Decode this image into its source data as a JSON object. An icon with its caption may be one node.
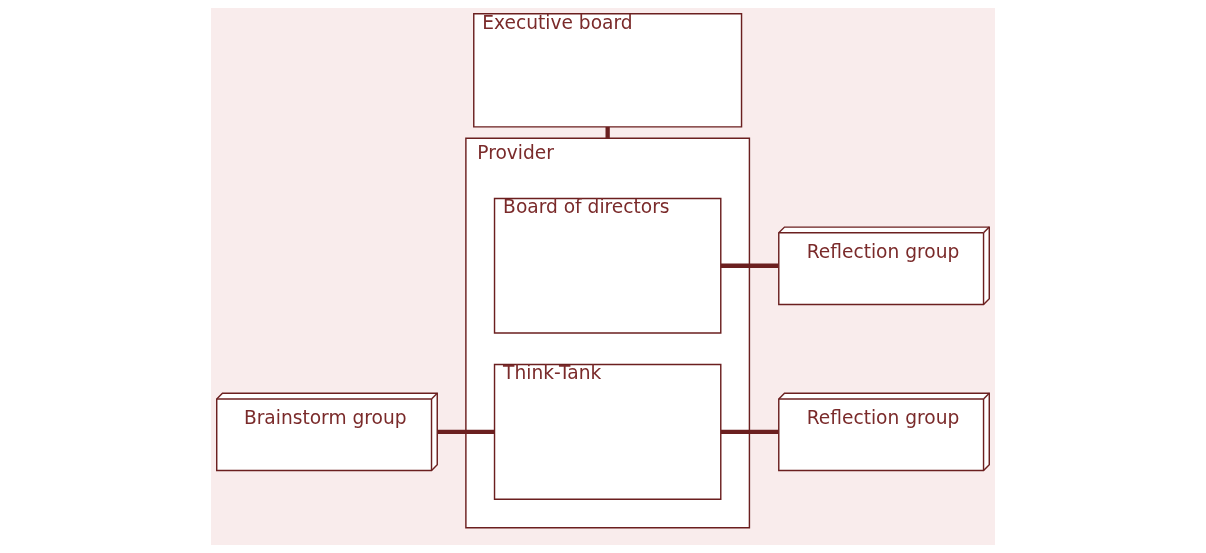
{
  "diagram": {
    "nodes": [
      {
        "text": [
          "Executive board"
        ]
      },
      {
        "text": [
          "Provider"
        ]
      },
      {
        "text": [
          "Board of directors"
        ],
        "in": 1
      },
      {
        "text": [
          "Think-Tank"
        ],
        "in": 1
      },
      {
        "text": [
          "Reflection group"
        ]
      },
      {
        "text": [
          "Brainstorm group"
        ]
      },
      {
        "text": [
          "Reflection group"
        ]
      }
    ],
    "edges": [
      {
        "from": 0,
        "to": 1,
        "arrow": "none"
      },
      {
        "from": 2,
        "to": 4,
        "arrow": "none"
      },
      {
        "from": 5,
        "to": 3,
        "arrow": "none"
      },
      {
        "from": 3,
        "to": 6,
        "arrow": "none"
      }
    ]
  }
}
